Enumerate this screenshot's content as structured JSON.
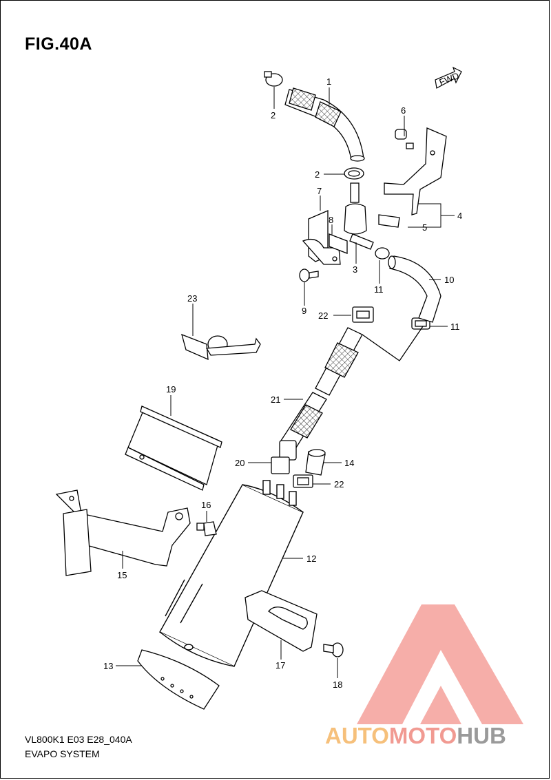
{
  "figure": {
    "title": "FIG.40A",
    "model_code": "VL800K1 E03 E28_040A",
    "section_name": "EVAPO SYSTEM",
    "fwd_marker": "FWD"
  },
  "callouts": [
    {
      "id": "c1",
      "text": "1"
    },
    {
      "id": "c2a",
      "text": "2"
    },
    {
      "id": "c2b",
      "text": "2"
    },
    {
      "id": "c3",
      "text": "3"
    },
    {
      "id": "c4",
      "text": "4"
    },
    {
      "id": "c5",
      "text": "5"
    },
    {
      "id": "c6",
      "text": "6"
    },
    {
      "id": "c7",
      "text": "7"
    },
    {
      "id": "c8",
      "text": "8"
    },
    {
      "id": "c9",
      "text": "9"
    },
    {
      "id": "c10",
      "text": "10"
    },
    {
      "id": "c11a",
      "text": "11"
    },
    {
      "id": "c11b",
      "text": "11"
    },
    {
      "id": "c12",
      "text": "12"
    },
    {
      "id": "c13",
      "text": "13"
    },
    {
      "id": "c14",
      "text": "14"
    },
    {
      "id": "c15",
      "text": "15"
    },
    {
      "id": "c16",
      "text": "16"
    },
    {
      "id": "c17",
      "text": "17"
    },
    {
      "id": "c18",
      "text": "18"
    },
    {
      "id": "c19",
      "text": "19"
    },
    {
      "id": "c20",
      "text": "20"
    },
    {
      "id": "c21",
      "text": "21"
    },
    {
      "id": "c22a",
      "text": "22"
    },
    {
      "id": "c22b",
      "text": "22"
    },
    {
      "id": "c23",
      "text": "23"
    }
  ],
  "watermark": {
    "part1": "AUTO",
    "part2": "MOTO",
    "part3": "HUB",
    "logo_color": "#f4a09a"
  }
}
